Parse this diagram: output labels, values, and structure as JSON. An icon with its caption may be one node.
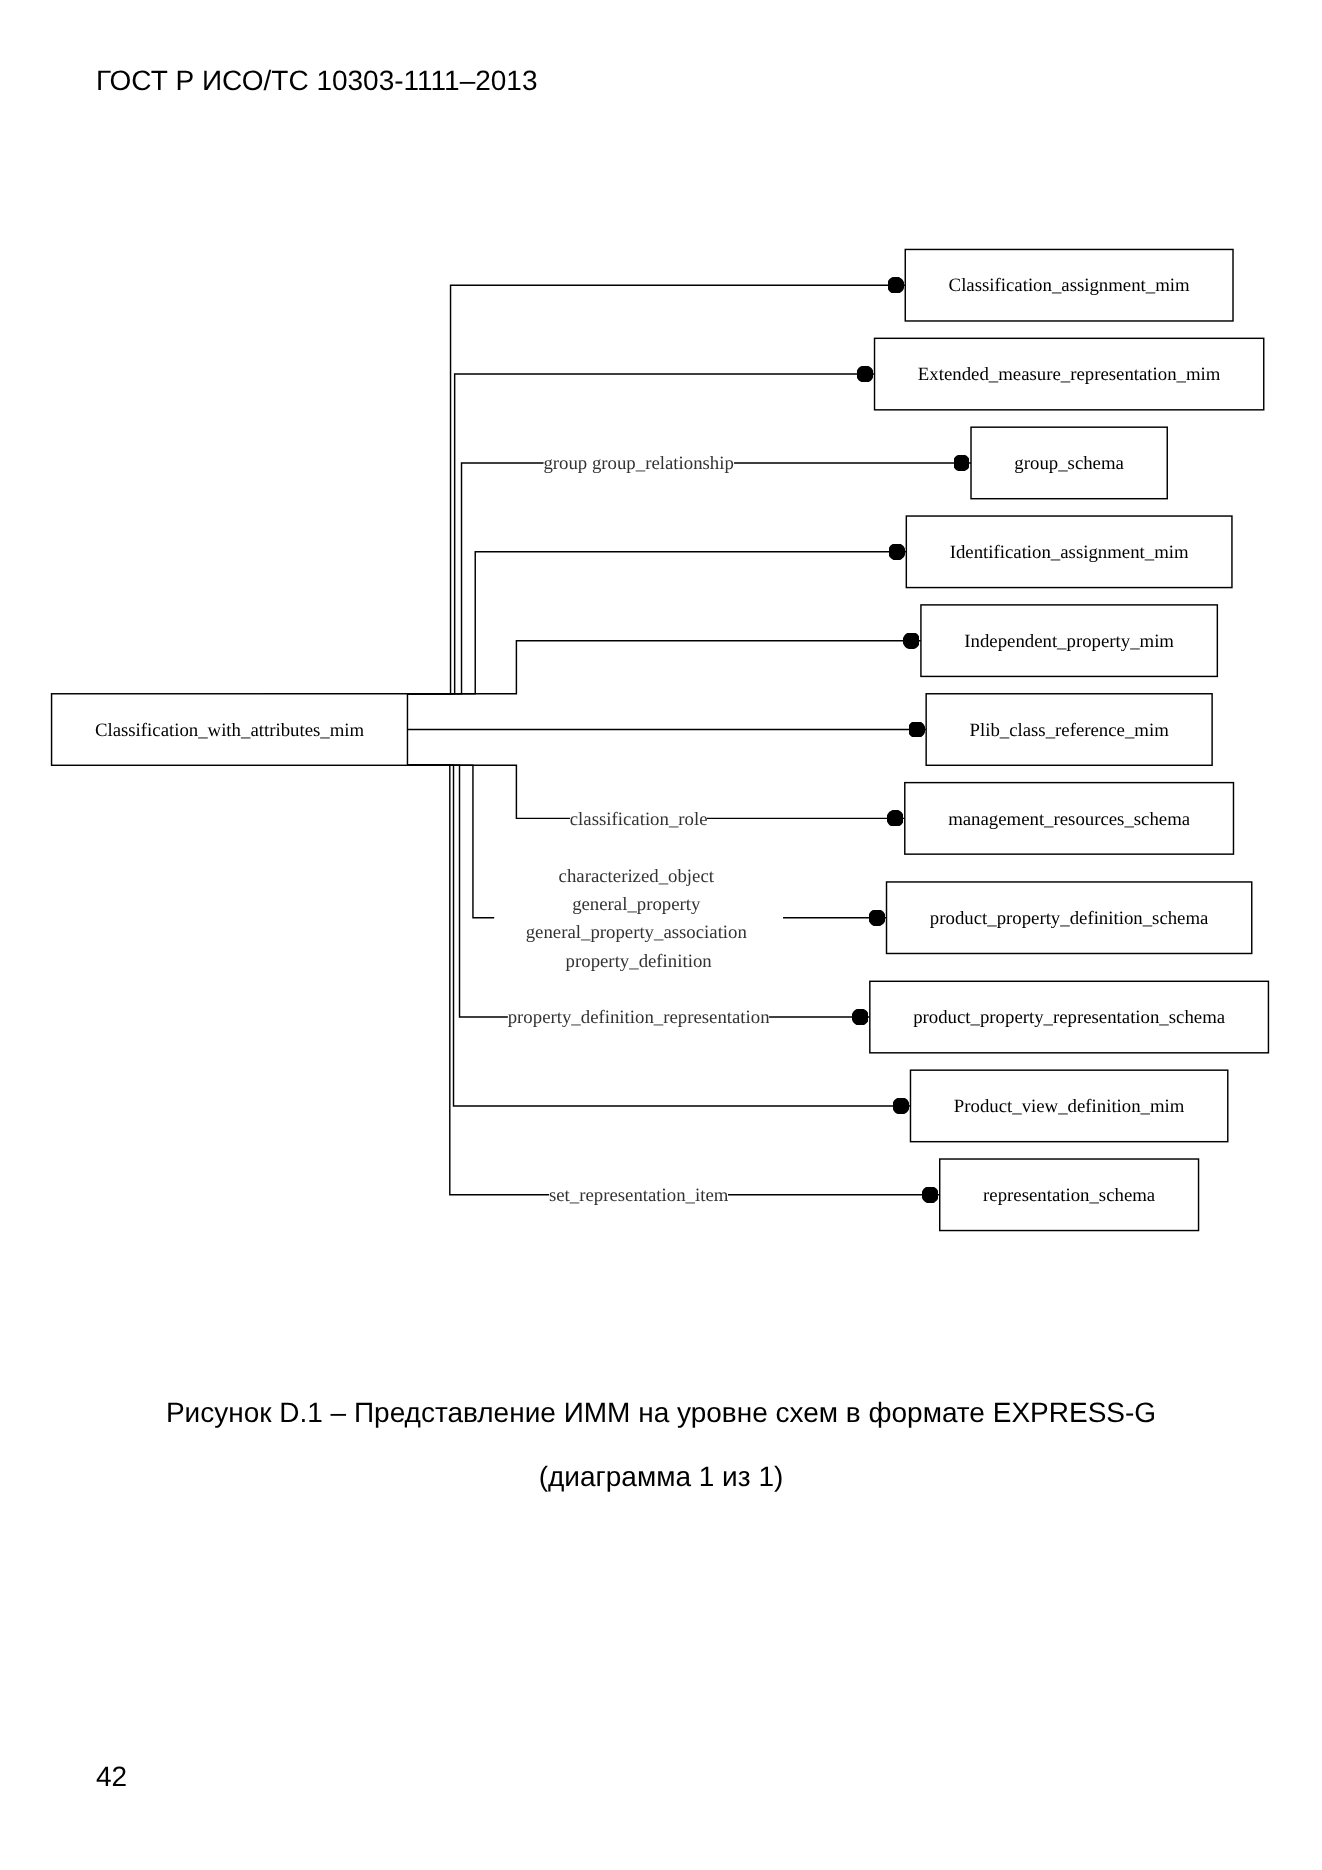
{
  "diagram": {
    "title": "ГОСТ Р ИСО/ТС 10303-1111–2013",
    "caption": "Рисунок D.1 – Представление ИММ на уровне схем в формате EXPRESS-G",
    "nodes": [
      {
        "text": [
          "Classification_with_attributes_mim"
        ]
      },
      {
        "text": [
          "Classification_assignment_mim"
        ]
      },
      {
        "text": [
          "Extended_measure_representation_mim"
        ]
      },
      {
        "text": [
          "group_schema"
        ]
      },
      {
        "text": [
          "Identification_assignment_mim"
        ]
      },
      {
        "text": [
          "Independent_property_mim"
        ]
      },
      {
        "text": [
          "Plib_class_reference_mim"
        ]
      },
      {
        "text": [
          "management_resources_schema"
        ]
      },
      {
        "text": [
          "product_property_definition_schema"
        ]
      },
      {
        "text": [
          "product_property_representation_schema"
        ]
      },
      {
        "text": [
          "Product_view_definition_mim"
        ]
      },
      {
        "text": [
          "representation_schema"
        ]
      }
    ],
    "edges": [
      {
        "from": 0,
        "to": 1,
        "arrow": "other"
      },
      {
        "from": 0,
        "to": 2,
        "arrow": "other"
      },
      {
        "from": 0,
        "to": 3,
        "arrow": "other",
        "label": "group group_relationship"
      },
      {
        "from": 0,
        "to": 4,
        "arrow": "other"
      },
      {
        "from": 0,
        "to": 5,
        "arrow": "other"
      },
      {
        "from": 0,
        "to": 6,
        "arrow": "other"
      },
      {
        "from": 0,
        "to": 7,
        "arrow": "other",
        "label": "classification_role"
      },
      {
        "from": 0,
        "to": 8,
        "arrow": "other",
        "label": "characterized_object general_property general_property_association property_definition"
      },
      {
        "from": 0,
        "to": 9,
        "arrow": "other",
        "label": "property_definition_representation"
      },
      {
        "from": 0,
        "to": 10,
        "arrow": "other"
      },
      {
        "from": 0,
        "to": 11,
        "arrow": "other",
        "label": "set_representation_item"
      }
    ],
    "labels": [
      "(диаграмма 1 из 1)",
      "42"
    ]
  }
}
